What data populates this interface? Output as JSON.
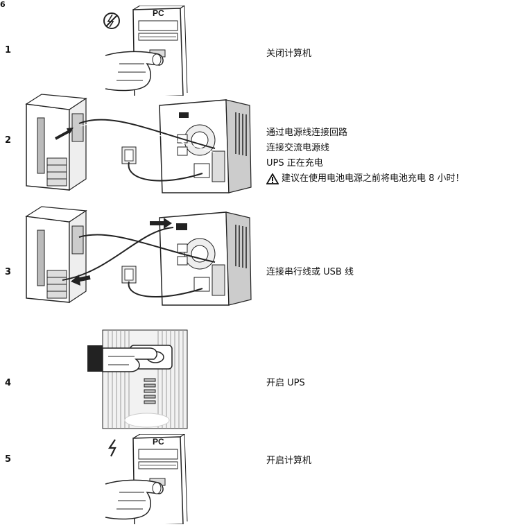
{
  "corner_mark": "6",
  "steps": [
    {
      "number": "1",
      "figure_label": "PC",
      "lines": [
        "关闭计算机"
      ]
    },
    {
      "number": "2",
      "lines": [
        "通过电源线连接回路",
        "连接交流电源线",
        "UPS 正在充电"
      ],
      "warning": "建议在使用电池电源之前将电池充电 8 小时！",
      "warning_icon": "warning-triangle-icon"
    },
    {
      "number": "3",
      "lines": [
        "连接串行线或 USB 线"
      ]
    },
    {
      "number": "4",
      "lines": [
        "开启 UPS"
      ]
    },
    {
      "number": "5",
      "figure_label": "PC",
      "lines": [
        "开启计算机"
      ]
    }
  ]
}
